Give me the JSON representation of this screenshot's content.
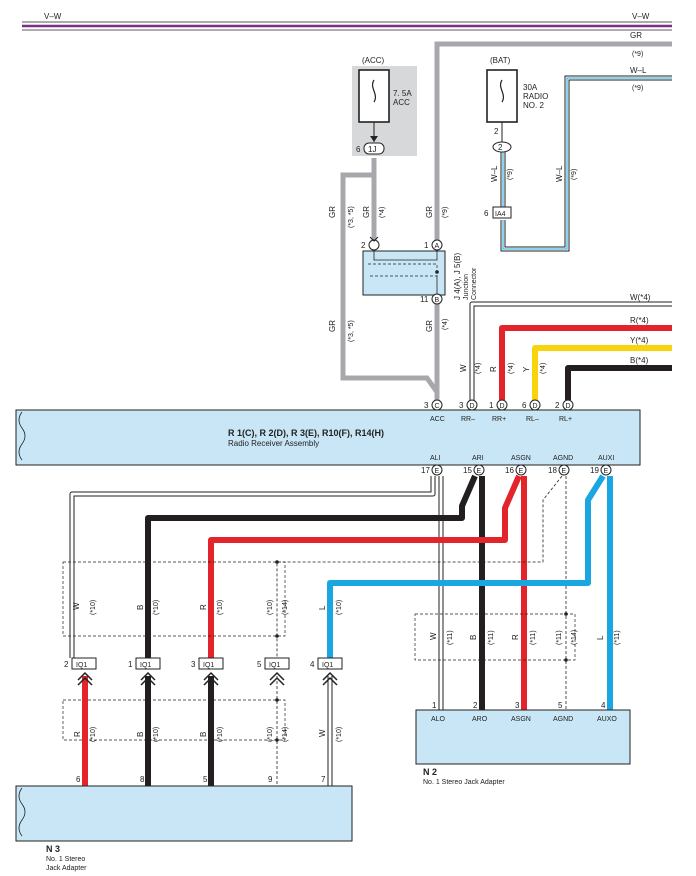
{
  "top_bus": {
    "left_label": "V–W",
    "right_label": "V–W"
  },
  "fuse_acc": {
    "header": "(ACC)",
    "line1": "7. 5A",
    "line2": "ACC",
    "conn_pin": "6",
    "conn_label": "1J"
  },
  "fuse_bat": {
    "header": "(BAT)",
    "line1": "30A",
    "line2": "RADIO",
    "line3": "NO. 2",
    "pin": "2",
    "conn_label": "IA4",
    "conn_pin": "6"
  },
  "right_wires": {
    "gr": "GR",
    "gr_note": "(*9)",
    "wl": "W–L",
    "wl_note": "(*9)",
    "w4": "W(*4)",
    "r4": "R(*4)",
    "y4": "Y(*4)",
    "b4": "B(*4)"
  },
  "wire_labels": {
    "gr": "GR",
    "wl": "W–L",
    "w": "W",
    "r": "R",
    "y": "Y",
    "b": "B",
    "l": "L",
    "n35": "(*3, *5)",
    "n4": "(*4)",
    "n9": "(*9)",
    "n10": "(*10)",
    "n11": "(*11)",
    "n14": "(*14)"
  },
  "junction": {
    "title": "J 4(A), J 5(B)",
    "sub1": "Junction",
    "sub2": "Connector",
    "pin_a_num": "1",
    "pin_a": "A",
    "pin_2": "2",
    "pin_b_num": "11",
    "pin_b": "B"
  },
  "radio": {
    "title": "R 1(C), R 2(D), R 3(E), R10(F), R14(H)",
    "subtitle": "Radio Receiver Assembly",
    "top_pins": [
      {
        "num": "3",
        "letter": "C",
        "label": "ACC"
      },
      {
        "num": "3",
        "letter": "D",
        "label": "RR–"
      },
      {
        "num": "1",
        "letter": "D",
        "label": "RR+"
      },
      {
        "num": "6",
        "letter": "D",
        "label": "RL–"
      },
      {
        "num": "2",
        "letter": "D",
        "label": "RL+"
      }
    ],
    "bottom_pins": [
      {
        "num": "17",
        "letter": "E",
        "label": "ALI"
      },
      {
        "num": "15",
        "letter": "E",
        "label": "ARI"
      },
      {
        "num": "16",
        "letter": "E",
        "label": "ASGN"
      },
      {
        "num": "18",
        "letter": "E",
        "label": "AGND"
      },
      {
        "num": "19",
        "letter": "E",
        "label": "AUXI"
      }
    ]
  },
  "iq1": [
    {
      "num": "2",
      "label": "IQ1"
    },
    {
      "num": "1",
      "label": "IQ1"
    },
    {
      "num": "3",
      "label": "IQ1"
    },
    {
      "num": "5",
      "label": "IQ1"
    },
    {
      "num": "4",
      "label": "IQ1"
    }
  ],
  "n2": {
    "code": "N 2",
    "name": "No. 1 Stereo Jack Adapter",
    "pins": [
      {
        "num": "1",
        "label": "ALO"
      },
      {
        "num": "2",
        "label": "ARO"
      },
      {
        "num": "3",
        "label": "ASGN"
      },
      {
        "num": "5",
        "label": "AGND"
      },
      {
        "num": "4",
        "label": "AUXO"
      }
    ]
  },
  "n3": {
    "code": "N 3",
    "name_line1": "No. 1 Stereo",
    "name_line2": "Jack Adapter",
    "pins": [
      "6",
      "8",
      "5",
      "9",
      "7"
    ]
  },
  "colors": {
    "red": "#e3242b",
    "black": "#231f20",
    "yellow": "#f9d30c",
    "blue": "#1aa7e1",
    "gray": "#a6a8ab",
    "violet": "#7b2f86",
    "box": "#c9e6f6"
  }
}
